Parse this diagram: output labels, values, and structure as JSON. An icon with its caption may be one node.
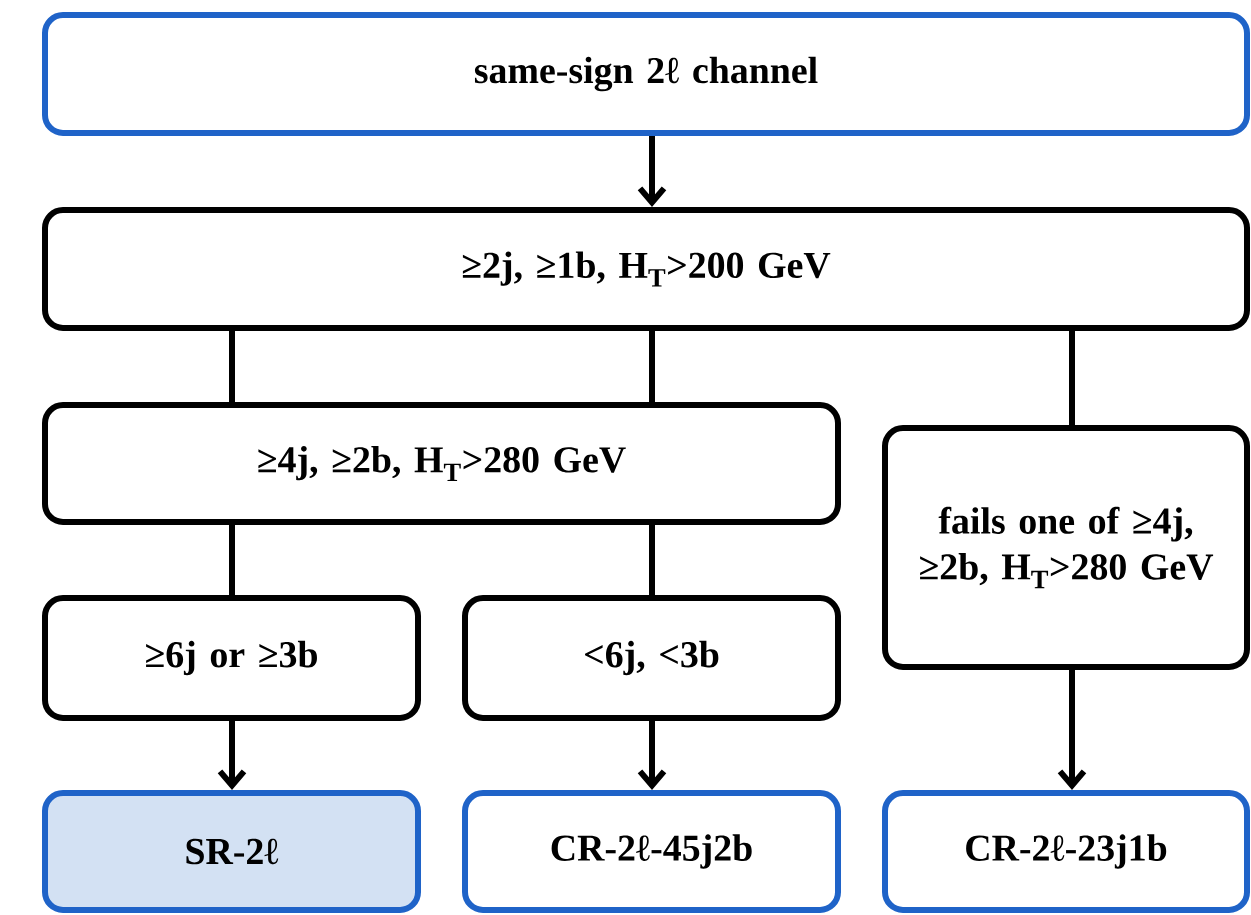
{
  "diagram": {
    "nodes": [
      {
        "text": [
          "same-sign 2ℓ channel"
        ]
      },
      {
        "text": [
          "≥2j, ≥1b, H$_{T}$>200 GeV"
        ]
      },
      {
        "text": [
          "≥4j, ≥2b, H$_{T}$>280 GeV"
        ]
      },
      {
        "text": [
          "fails one of ≥4j, ≥2b, H$_{T}$>280 GeV"
        ]
      },
      {
        "text": [
          "≥6j or ≥3b"
        ]
      },
      {
        "text": [
          "<6j, <3b"
        ]
      },
      {
        "text": [
          "SR-2ℓ"
        ]
      },
      {
        "text": [
          "CR-2ℓ-45j2b"
        ]
      },
      {
        "text": [
          "CR-2ℓ-23j1b"
        ]
      }
    ],
    "edges": [
      {
        "from": 0,
        "to": 1,
        "arrow": "to"
      },
      {
        "from": 1,
        "to": 2,
        "arrow": "none"
      },
      {
        "from": 1,
        "to": 2,
        "arrow": "none"
      },
      {
        "from": 1,
        "to": 3,
        "arrow": "none"
      },
      {
        "from": 2,
        "to": 4,
        "arrow": "none"
      },
      {
        "from": 2,
        "to": 5,
        "arrow": "none"
      },
      {
        "from": 4,
        "to": 6,
        "arrow": "to"
      },
      {
        "from": 5,
        "to": 7,
        "arrow": "to"
      },
      {
        "from": 3,
        "to": 8,
        "arrow": "to"
      }
    ]
  }
}
